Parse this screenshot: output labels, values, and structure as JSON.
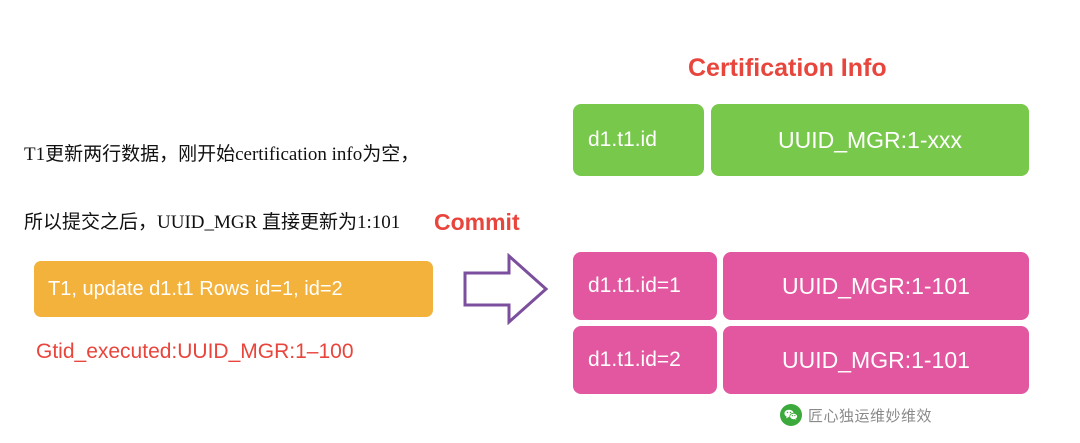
{
  "description": {
    "line1": "T1更新两行数据，刚开始certification info为空，",
    "line2": "所以提交之后，UUID_MGR 直接更新为1:101"
  },
  "transaction": {
    "box_label": "T1, update d1.t1 Rows id=1,  id=2",
    "gtid_executed": "Gtid_executed:UUID_MGR:1–100"
  },
  "flow": {
    "commit_label": "Commit",
    "arrow_icon": "right-arrow-icon"
  },
  "certification": {
    "title": "Certification Info",
    "before": {
      "key": "d1.t1.id",
      "value": "UUID_MGR:1-xxx"
    },
    "after": [
      {
        "key": "d1.t1.id=1",
        "value": "UUID_MGR:1-101"
      },
      {
        "key": "d1.t1.id=2",
        "value": "UUID_MGR:1-101"
      }
    ]
  },
  "watermark": {
    "icon": "wechat-icon",
    "text": "匠心独运维妙维效"
  },
  "colors": {
    "green": "#78c84b",
    "pink": "#e2579f",
    "orange": "#f3b23c",
    "red": "#e8453c",
    "arrow_stroke": "#7b4f9d"
  }
}
